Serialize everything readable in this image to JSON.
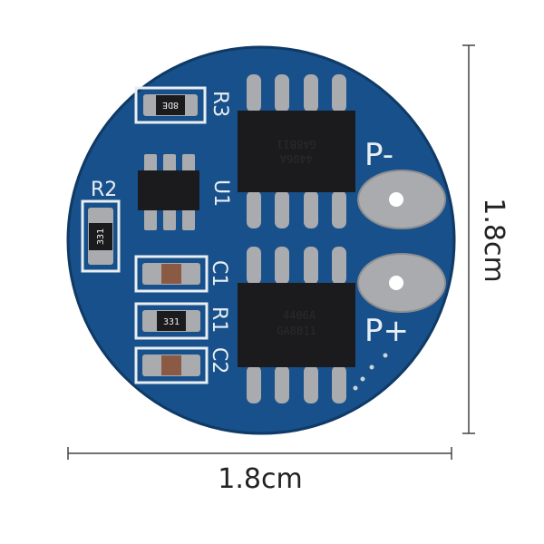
{
  "dimensions": {
    "width_label": "1.8cm",
    "height_label": "1.8cm"
  },
  "silkscreen": {
    "r3": "R3",
    "r2": "R2",
    "u1": "U1",
    "c1": "C1",
    "r1": "R1",
    "c2": "C2",
    "p_minus": "P-",
    "p_plus": "P+"
  },
  "components": {
    "r3_code": "8DE",
    "r2_code": "331",
    "r1_code": "331",
    "mosfet_top": {
      "line1": "4406A",
      "line2": "GA8B11"
    },
    "mosfet_bottom": {
      "line1": "4406A",
      "line2": "GA8B11"
    }
  },
  "colors": {
    "pcb": "#17508a",
    "pad": "#a9abae",
    "silk": "#e8eef3",
    "chip": "#1b1b1d"
  }
}
